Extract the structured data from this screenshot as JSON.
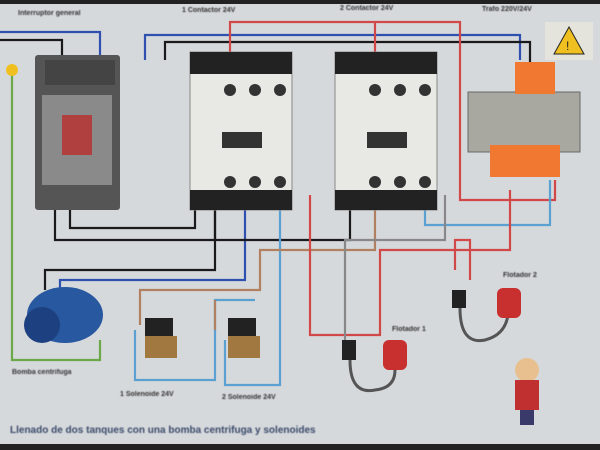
{
  "labels": {
    "breaker": "Interruptor general",
    "contactor1": "1 Contactor 24V",
    "contactor2": "2 Contactor 24V",
    "transformer": "Trafo 220V/24V",
    "pump": "Bomba centrifuga",
    "solenoid1": "1 Solenoide 24V",
    "solenoid2": "2 Solenoide 24V",
    "float1": "Flotador 1",
    "float2": "Flotador 2"
  },
  "title": "Llenado de dos tanques con una bomba centrifuga y solenoides",
  "colors": {
    "red": "#d04848",
    "blue": "#3050b0",
    "lightblue": "#5aa0d0",
    "black": "#1a1a1a",
    "green": "#6aa848",
    "brown": "#b08060",
    "orange": "#f07830"
  }
}
